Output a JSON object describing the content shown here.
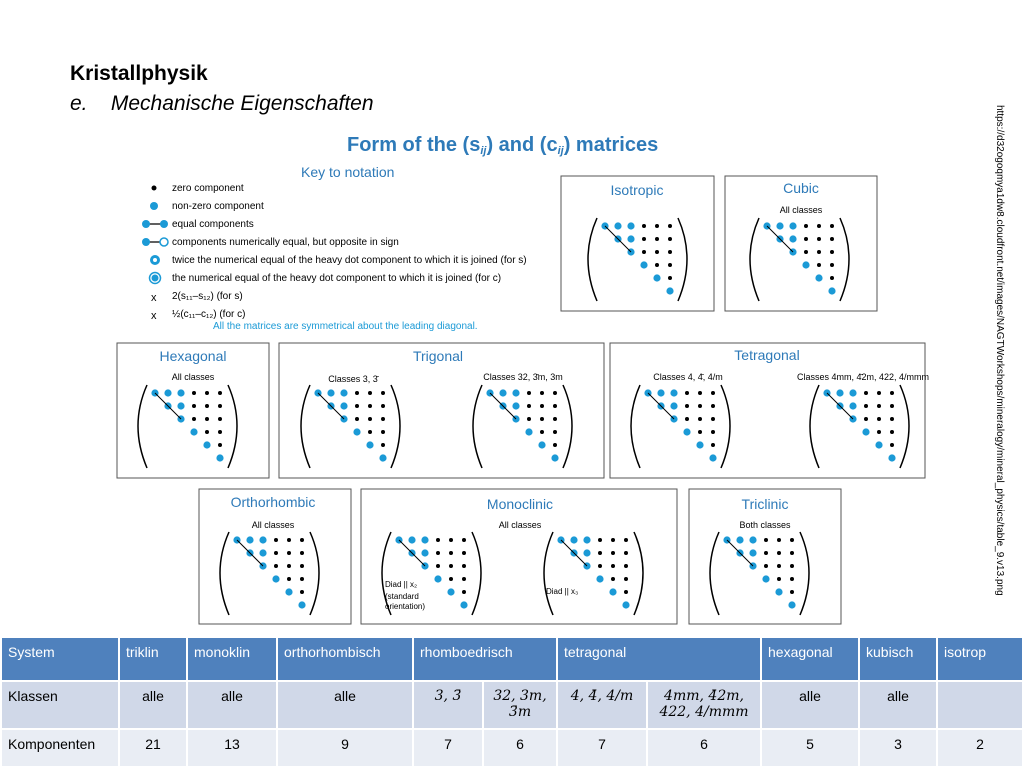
{
  "slide": {
    "title": "Kristallphysik",
    "subtitle_prefix": "e.",
    "subtitle": "Mechanische Eigenschaften",
    "source_url": "https://d32ogoqmya1dw8.cloudfront.net/images/NAGTWorkshops/mineralogy/mineral_physics/table_9.v13.png"
  },
  "figure": {
    "title": "Form of the (s",
    "title_sub1": "ij",
    "title_mid": ") and (c",
    "title_sub2": "ij",
    "title_end": ") matrices",
    "key_title": "Key to notation",
    "key_items": [
      "zero component",
      "non-zero component",
      "equal components",
      "components numerically equal, but opposite in sign",
      "twice the numerical equal of the heavy dot component to which it is joined (for s)",
      "the numerical equal of the heavy dot component to which it is joined (for c)",
      "2(s₁₁–s₁₂)  (for s)",
      "½(c₁₁–c₁₂)  (for c)"
    ],
    "key_note": "All the matrices are symmetrical about the leading diagonal.",
    "panels": {
      "isotropic": "Isotropic",
      "cubic": "Cubic",
      "cubic_classes": "All classes",
      "hexagonal": "Hexagonal",
      "hexagonal_classes": "All classes",
      "trigonal": "Trigonal",
      "trigonal_classes_a": "Classes 3, 3̄",
      "trigonal_classes_b": "Classes 32, 3̄m, 3m",
      "tetragonal": "Tetragonal",
      "tetragonal_classes_a": "Classes 4, 4̄, 4/m",
      "tetragonal_classes_b": "Classes 4mm, 4̄2m, 422, 4/mmm",
      "orthorhombic": "Orthorhombic",
      "orthorhombic_classes": "All classes",
      "monoclinic": "Monoclinic",
      "monoclinic_classes": "All classes",
      "monoclinic_note_a": [
        "Diad || x₂",
        "(standard",
        "orientation)"
      ],
      "monoclinic_note_b": "Diad || x₃",
      "triclinic": "Triclinic",
      "triclinic_classes": "Both classes",
      "x_mark": "X"
    },
    "colors": {
      "blue": "#1b9ad6",
      "title_blue": "#2e7ab8",
      "black": "#000000"
    }
  },
  "table": {
    "header": [
      "System",
      "triklin",
      "monoklin",
      "orthorhombisch",
      "rhomboedrisch",
      "tetragonal",
      "hexagonal",
      "kubisch",
      "isotrop"
    ],
    "row_klassen": [
      "Klassen",
      "alle",
      "alle",
      "alle",
      "3, 3̄",
      "32, 3m,",
      "3̄m",
      "4, 4̄, 4/m",
      "4mm, 4̄2m,",
      "422, 4/mmm",
      "alle",
      "alle",
      ""
    ],
    "row_komponenten": [
      "Komponenten",
      "21",
      "13",
      "9",
      "7",
      "6",
      "7",
      "6",
      "5",
      "3",
      "2"
    ],
    "colors": {
      "header_bg": "#4f81bd",
      "row1_bg": "#d0d8e8",
      "row2_bg": "#e9edf4"
    }
  }
}
